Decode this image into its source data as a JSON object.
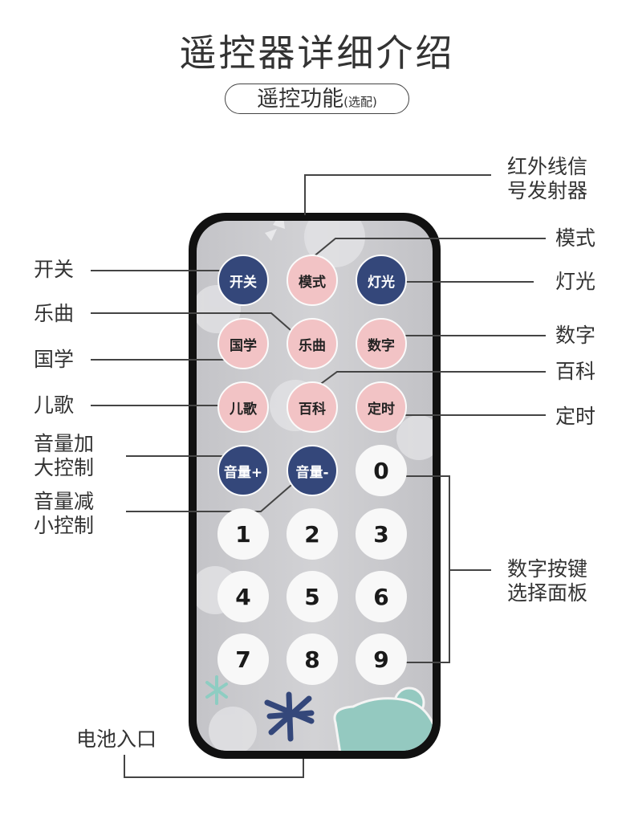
{
  "title": "遥控器详细介绍",
  "subtitle": {
    "main": "遥控功能",
    "note": "(选配)"
  },
  "colors": {
    "navy": "#34477a",
    "pink": "#f2c3c5",
    "white": "#f8f8f8",
    "body": "#c9c9cc",
    "frame": "#111111",
    "bear": "#94c9c0"
  },
  "labels_left": [
    {
      "id": "power",
      "text": "开关"
    },
    {
      "id": "music",
      "text": "乐曲"
    },
    {
      "id": "guoxue",
      "text": "国学"
    },
    {
      "id": "songs",
      "text": "儿歌"
    },
    {
      "id": "vol_up",
      "line1": "音量加",
      "line2": "大控制"
    },
    {
      "id": "vol_down",
      "line1": "音量减",
      "line2": "小控制"
    },
    {
      "id": "battery",
      "text": "电池入口"
    }
  ],
  "labels_right": [
    {
      "id": "ir",
      "line1": "红外线信",
      "line2": "号发射器"
    },
    {
      "id": "mode",
      "text": "模式"
    },
    {
      "id": "light",
      "text": "灯光"
    },
    {
      "id": "digits",
      "text": "数字"
    },
    {
      "id": "encyclopedia",
      "text": "百科"
    },
    {
      "id": "timer",
      "text": "定时"
    },
    {
      "id": "numpad",
      "line1": "数字按键",
      "line2": "选择面板"
    }
  ],
  "buttons": [
    {
      "label": "开关",
      "style": "navy"
    },
    {
      "label": "模式",
      "style": "pink"
    },
    {
      "label": "灯光",
      "style": "navy"
    },
    {
      "label": "国学",
      "style": "pink"
    },
    {
      "label": "乐曲",
      "style": "pink"
    },
    {
      "label": "数字",
      "style": "pink"
    },
    {
      "label": "儿歌",
      "style": "pink"
    },
    {
      "label": "百科",
      "style": "pink"
    },
    {
      "label": "定时",
      "style": "pink"
    },
    {
      "label": "音量+",
      "style": "navy"
    },
    {
      "label": "音量-",
      "style": "navy"
    },
    {
      "label": "0",
      "style": "white"
    },
    {
      "label": "1",
      "style": "white"
    },
    {
      "label": "2",
      "style": "white"
    },
    {
      "label": "3",
      "style": "white"
    },
    {
      "label": "4",
      "style": "white"
    },
    {
      "label": "5",
      "style": "white"
    },
    {
      "label": "6",
      "style": "white"
    },
    {
      "label": "7",
      "style": "white"
    },
    {
      "label": "8",
      "style": "white"
    },
    {
      "label": "9",
      "style": "white"
    }
  ]
}
